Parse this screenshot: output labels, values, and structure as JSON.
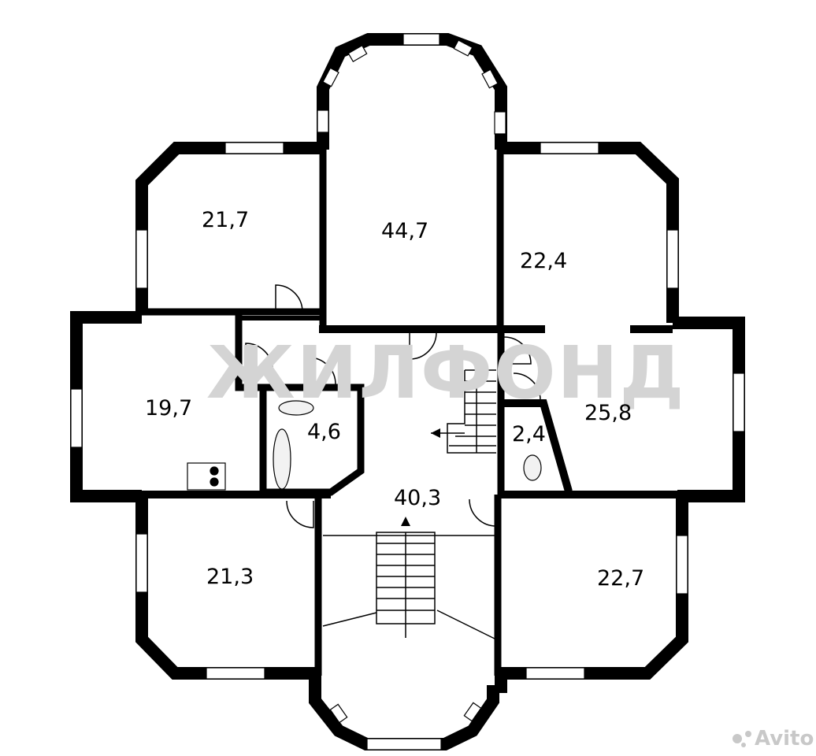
{
  "rooms": [
    {
      "id": "nw-bedroom",
      "area": "21,7"
    },
    {
      "id": "north-hall",
      "area": "44,7"
    },
    {
      "id": "ne-bedroom",
      "area": "22,4"
    },
    {
      "id": "west-kitchen",
      "area": "19,7"
    },
    {
      "id": "bathroom",
      "area": "4,6"
    },
    {
      "id": "wc",
      "area": "2,4"
    },
    {
      "id": "east-room",
      "area": "25,8"
    },
    {
      "id": "central-hall",
      "area": "40,3"
    },
    {
      "id": "sw-bedroom",
      "area": "21,3"
    },
    {
      "id": "se-bedroom",
      "area": "22,7"
    }
  ],
  "watermark": "ЖИЛФОНД",
  "logo": "Avito",
  "colors": {
    "wall": "#000000",
    "window": "#ffffff",
    "watermark": "#d4d4d4",
    "logo": "#c8c8c8"
  }
}
